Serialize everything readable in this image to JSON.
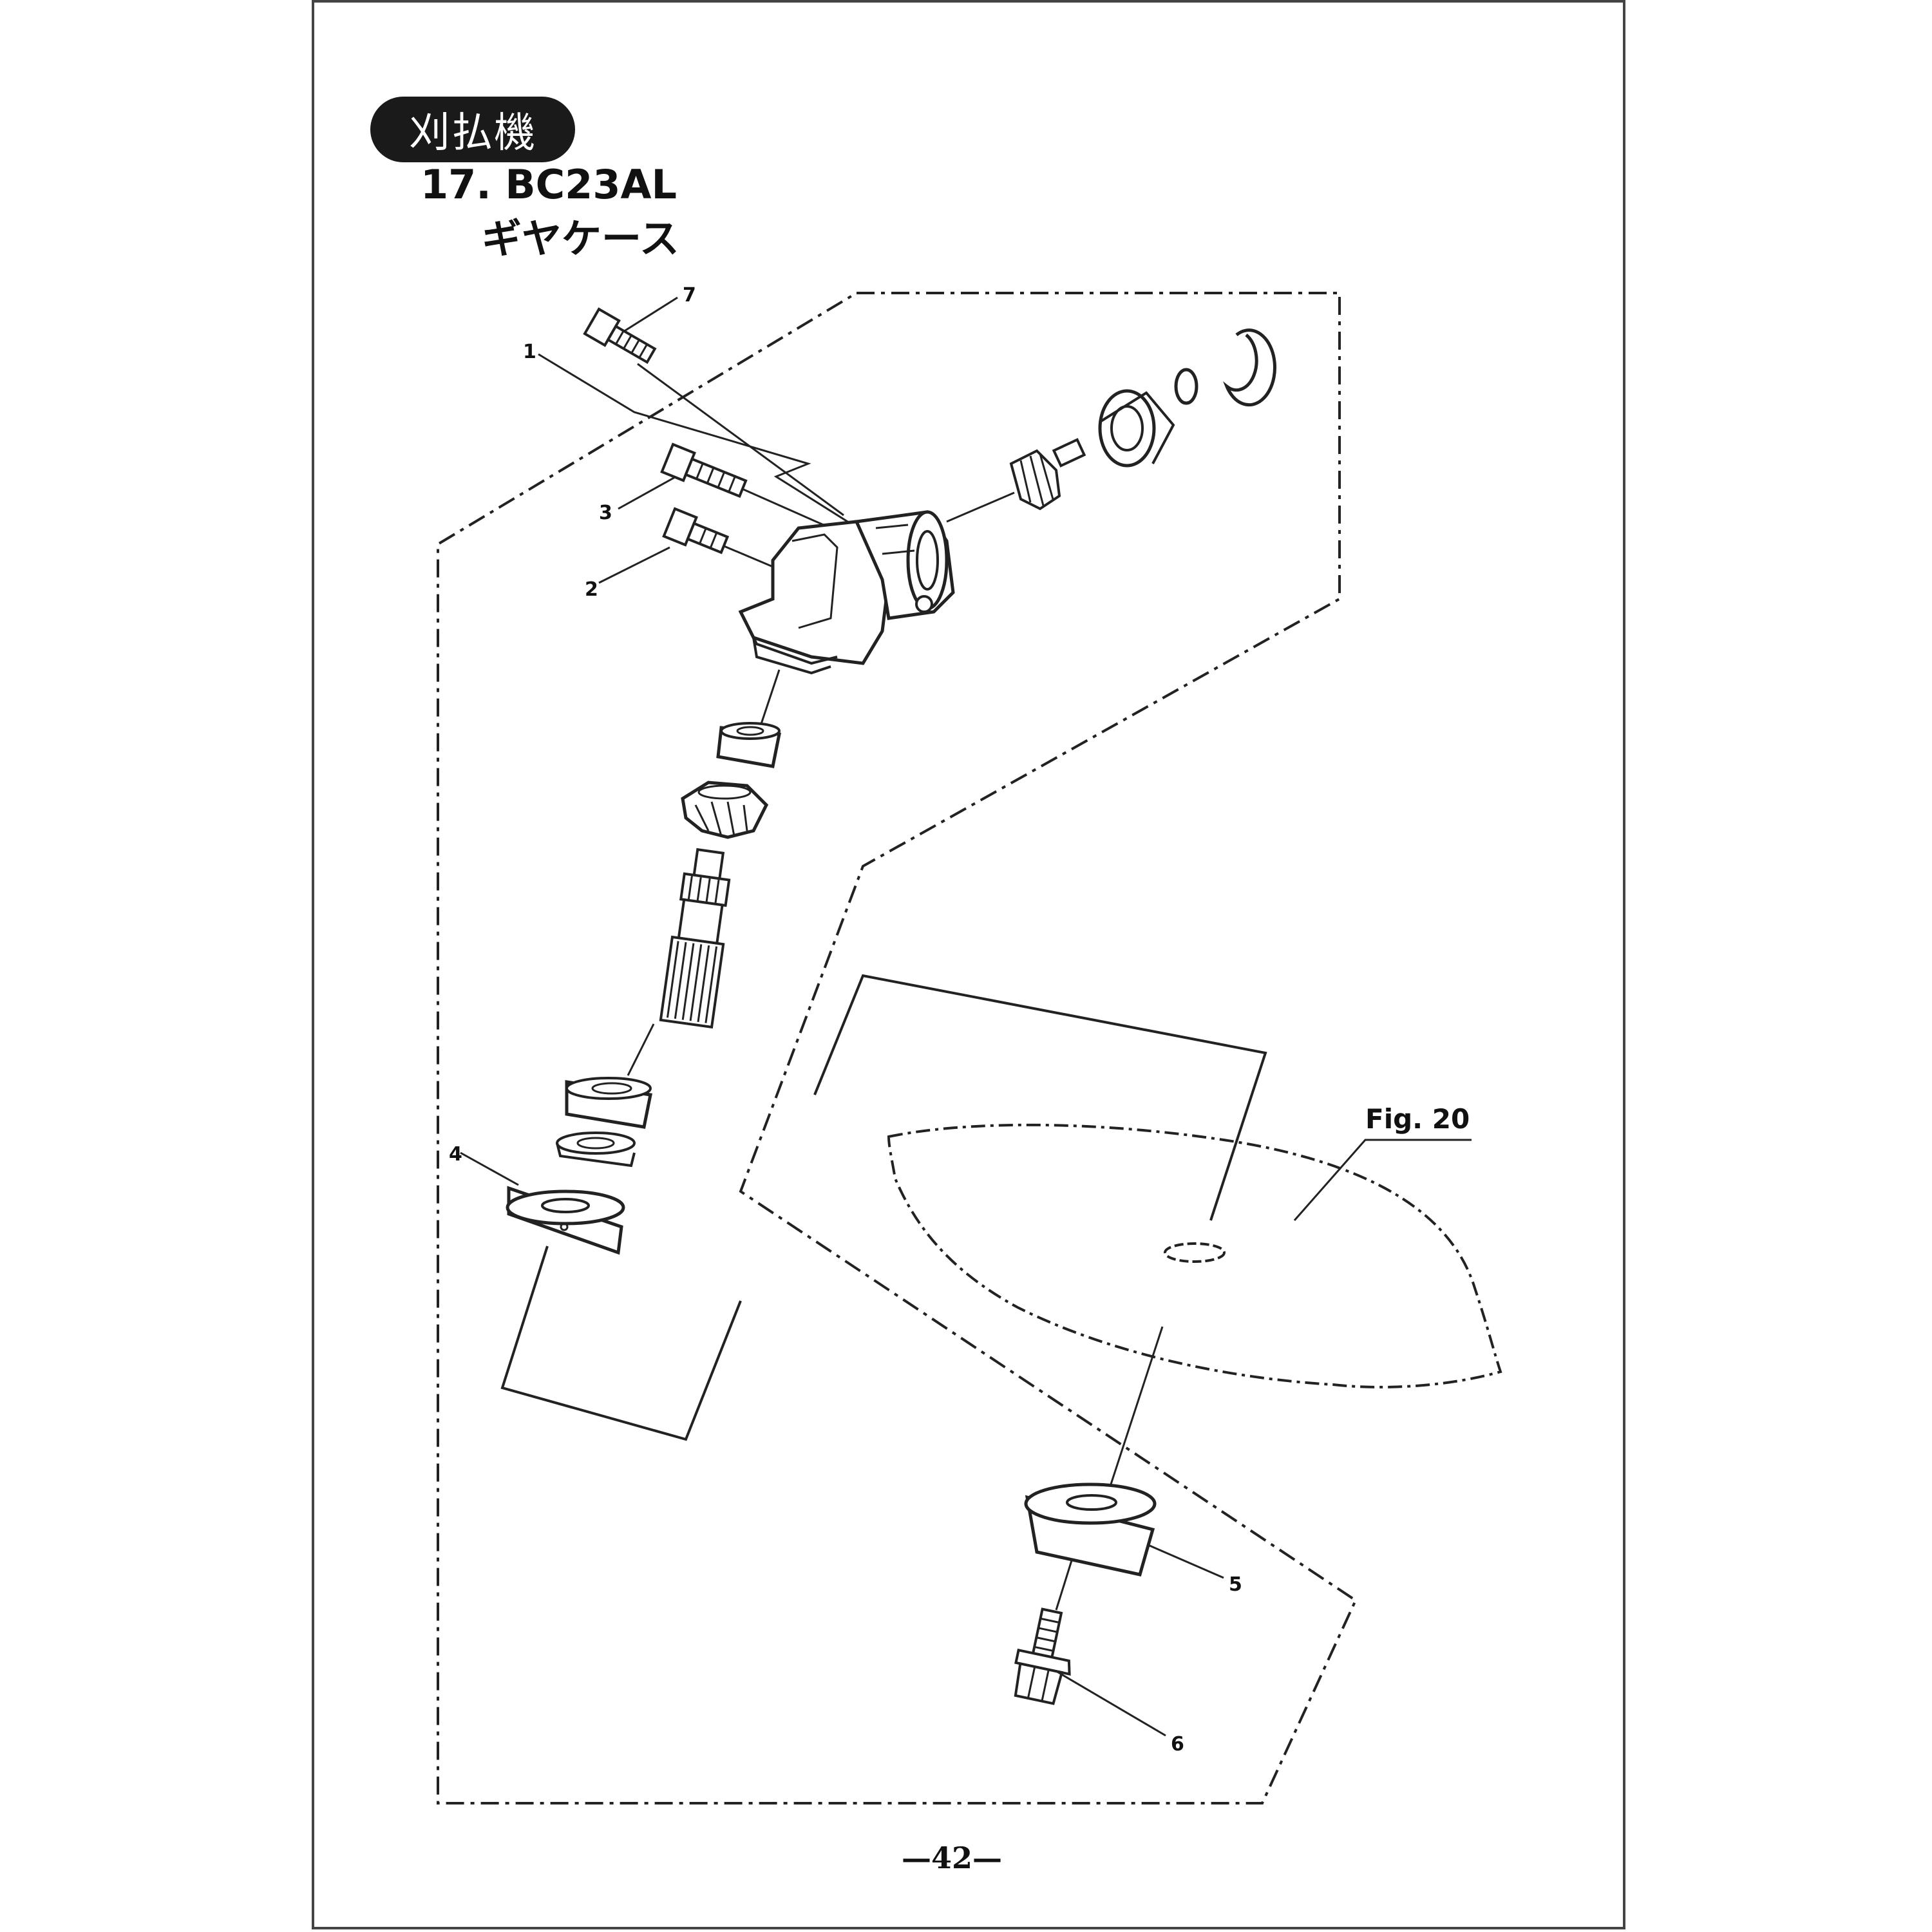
{
  "header": {
    "category": "刈払機",
    "title": "17. BC23AL",
    "subtitle": "ギヤケース"
  },
  "callouts": [
    "1",
    "2",
    "3",
    "4",
    "5",
    "6",
    "7"
  ],
  "figure_ref": "Fig. 20",
  "footer": {
    "page": "—42—"
  }
}
